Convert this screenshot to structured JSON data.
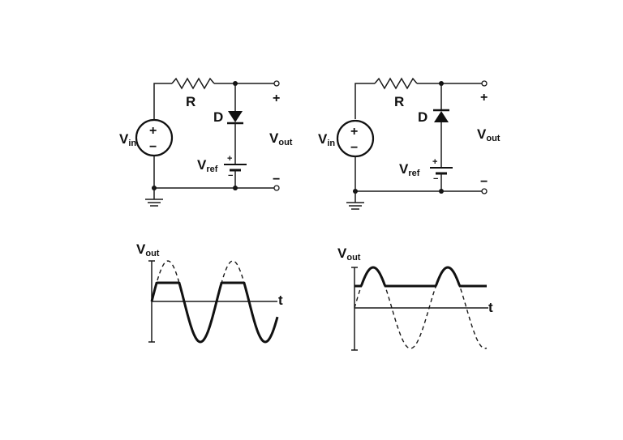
{
  "circuit_left": {
    "resistor": "R",
    "diode": "D",
    "vin_main": "V",
    "vin_sub": "in",
    "vref_main": "V",
    "vref_sub": "ref",
    "vout_main": "V",
    "vout_sub": "out",
    "plus": "+",
    "minus": "−"
  },
  "circuit_right": {
    "resistor": "R",
    "diode": "D",
    "vin_main": "V",
    "vin_sub": "in",
    "vref_main": "V",
    "vref_sub": "ref",
    "vout_main": "V",
    "vout_sub": "out",
    "plus": "+",
    "minus": "−"
  },
  "graph_left": {
    "ylabel_main": "V",
    "ylabel_sub": "out",
    "xlabel": "t"
  },
  "graph_right": {
    "ylabel_main": "V",
    "ylabel_sub": "out",
    "xlabel": "t"
  }
}
